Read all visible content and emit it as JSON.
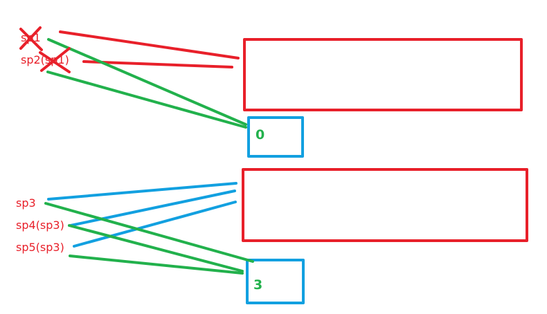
{
  "colors": {
    "red": "#E8202A",
    "blue": "#12A0E0",
    "green": "#22B14C"
  },
  "labels": {
    "sp1": "sp1",
    "sp2": "sp2(sp1)",
    "sp3": "sp3",
    "sp4": "sp4(sp3)",
    "sp5": "sp5(sp3)"
  },
  "counts": {
    "top": "0",
    "bottom": "3"
  },
  "marks": {
    "sp1_crossed_out": true,
    "sp2_crossed_out": true
  }
}
